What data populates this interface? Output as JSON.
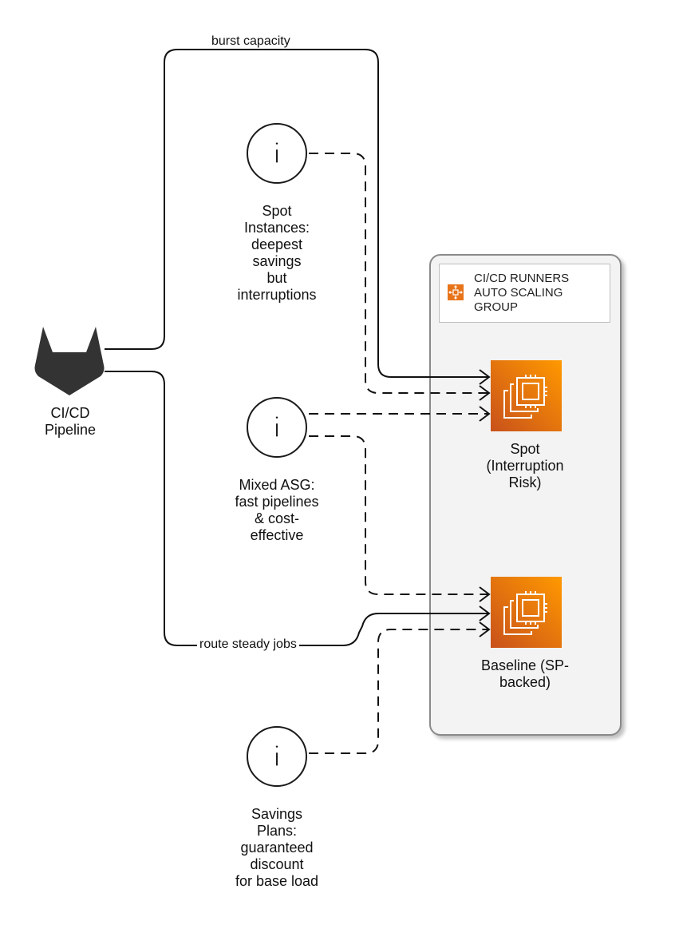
{
  "pipeline": {
    "label": "CI/CD\nPipeline"
  },
  "group": {
    "title": "CI/CD RUNNERS\nAUTO SCALING\nGROUP"
  },
  "nodes": {
    "spot": {
      "label": "Spot\n(Interruption\nRisk)"
    },
    "baseline": {
      "label": "Baseline (SP-\nbacked)"
    }
  },
  "notes": {
    "spot_note": "Spot\nInstances:\ndeepest\nsavings\nbut\ninterruptions",
    "mixed_note": "Mixed ASG:\nfast pipelines\n& cost-\neffective",
    "savings_note": "Savings\nPlans:\nguaranteed\ndiscount\nfor base load"
  },
  "edges": {
    "burst": "burst capacity",
    "steady": "route steady jobs"
  },
  "colors": {
    "aws_orange_top": "#f78e04",
    "aws_orange_bottom": "#d05c17",
    "stroke": "#111111",
    "group_border": "#8a8a8a"
  },
  "icons": {
    "pipeline": "gitlab-fox-icon",
    "notes": "info-icon",
    "instances": "ec2-instances-icon",
    "group": "auto-scaling-icon"
  }
}
